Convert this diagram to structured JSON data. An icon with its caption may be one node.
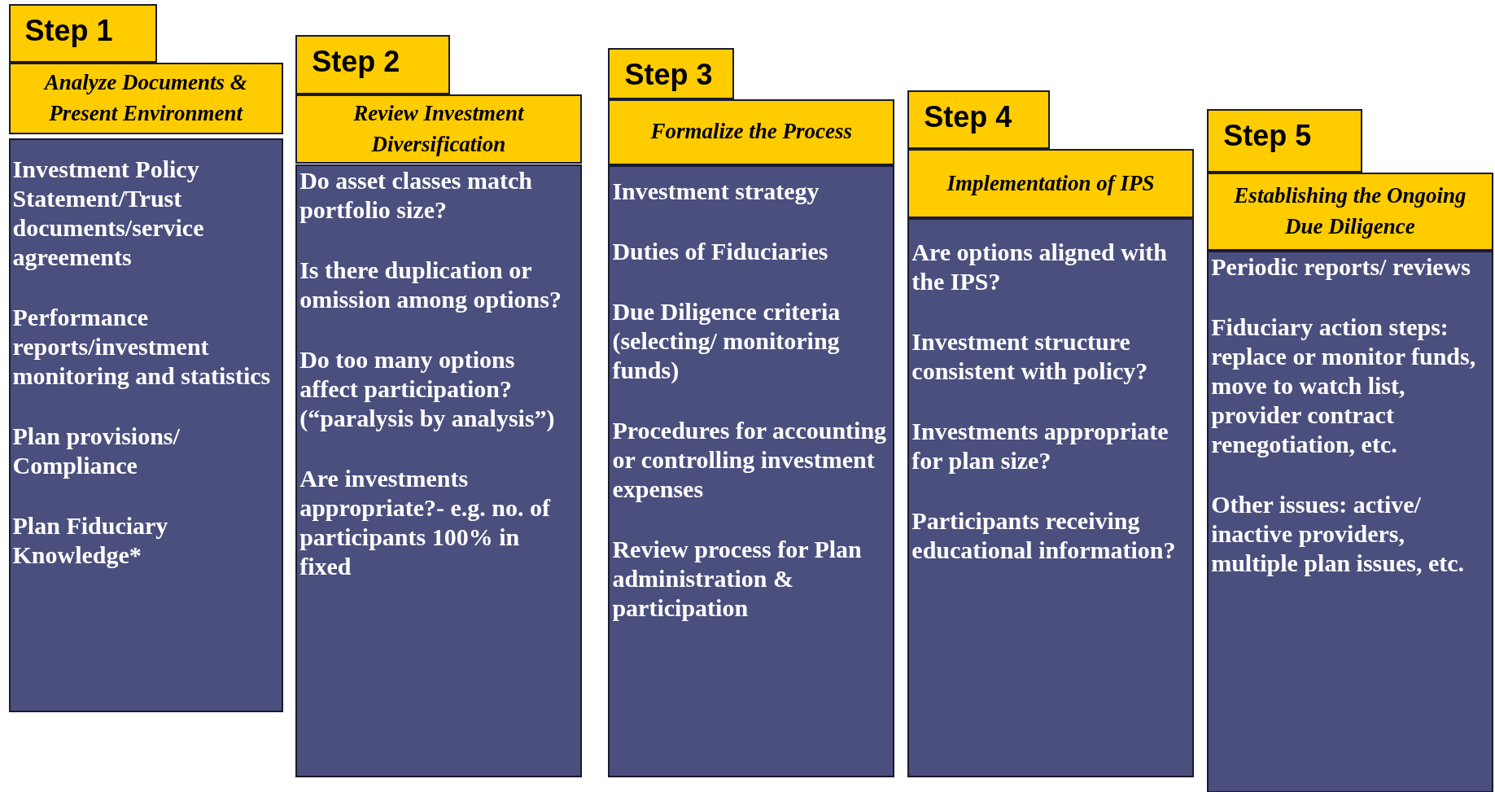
{
  "diagram": {
    "nodes": [
      {
        "text": [
          "Step 1"
        ]
      },
      {
        "text": [
          "Analyze Documents & Present Environment"
        ]
      },
      {
        "text": [
          "Investment Policy Statement/Trust documents/service agreements",
          "Performance reports/investment monitoring and statistics",
          "Plan provisions/ Compliance",
          "Plan Fiduciary Knowledge*"
        ]
      },
      {
        "text": [
          "Step 2"
        ]
      },
      {
        "text": [
          "Review Investment Diversification"
        ]
      },
      {
        "text": [
          "Do asset classes match portfolio size?",
          "Is there duplication or omission among options?",
          "Do too many options affect participation? (“paralysis by analysis”)",
          "Are investments appropriate?- e.g. no. of participants 100% in fixed"
        ]
      },
      {
        "text": [
          "Step 3"
        ]
      },
      {
        "text": [
          "Formalize the Process"
        ]
      },
      {
        "text": [
          "Investment strategy",
          "Duties of Fiduciaries",
          "Due Diligence criteria (selecting/ monitoring funds)",
          "Procedures for accounting or controlling investment expenses",
          "Review process for Plan administration & participation"
        ]
      },
      {
        "text": [
          "Step 4"
        ]
      },
      {
        "text": [
          "Implementation of IPS"
        ]
      },
      {
        "text": [
          "Are options aligned with the IPS?",
          "Investment structure consistent with policy?",
          "Investments appropriate for plan size?",
          "Participants receiving educational information?"
        ]
      },
      {
        "text": [
          "Step 5"
        ]
      },
      {
        "text": [
          "Establishing the Ongoing Due Diligence"
        ]
      },
      {
        "text": [
          "Periodic reports/ reviews",
          "Fiduciary action steps: replace or monitor funds, move to watch list, provider contract renegotiation, etc.",
          "Other issues: active/ inactive providers, multiple plan issues, etc."
        ]
      }
    ]
  }
}
